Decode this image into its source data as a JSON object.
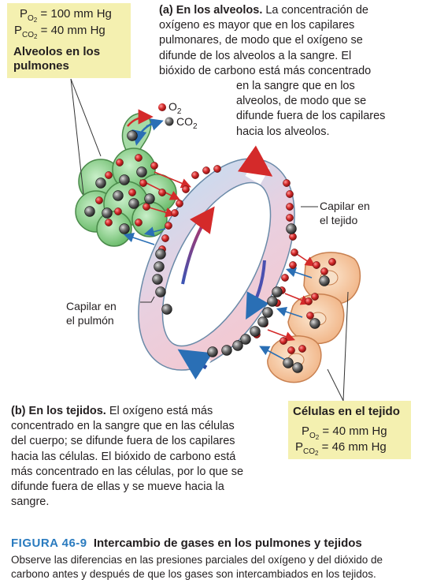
{
  "lung_box": {
    "po2_label": "P",
    "po2_sub": "O",
    "po2_sub2": "2",
    "po2_value": "= 100 mm Hg",
    "pco2_label": "P",
    "pco2_sub": "CO",
    "pco2_sub2": "2",
    "pco2_value": "= 40 mm Hg",
    "title_line1": "Alveolos en los",
    "title_line2": "pulmones"
  },
  "section_a": {
    "lead": "(a) En los alveolos.",
    "lines": [
      " La concentración de",
      "oxígeno es mayor que en los capilares",
      "pulmonares, de modo que el oxígeno se",
      "difunde de los alveolos a la sangre. El",
      "bióxido de carbono está más concentrado",
      "en la sangre que en los",
      "alveolos, de modo que se",
      "difunde fuera de los capilares",
      "hacia los alveolos."
    ]
  },
  "legend": {
    "o2": "O",
    "o2_sub": "2",
    "co2": "CO",
    "co2_sub": "2"
  },
  "labels": {
    "tissue_capillary_1": "Capilar en",
    "tissue_capillary_2": "el tejido",
    "lung_capillary_1": "Capilar en",
    "lung_capillary_2": "el pulmón"
  },
  "section_b": {
    "lead": "(b) En los tejidos.",
    "lines": [
      " El oxígeno está más",
      "concentrado en la sangre que en las células",
      "del cuerpo; se difunde fuera de los capilares",
      "hacia las células. El bióxido de carbono está",
      "más concentrado en las células, por lo que se",
      "difunde fuera de ellas y se mueve hacia la",
      "sangre."
    ]
  },
  "tissue_box": {
    "title": "Células en el tejido",
    "po2_label": "P",
    "po2_sub": "O",
    "po2_sub2": "2",
    "po2_value": "= 40 mm Hg",
    "pco2_label": "P",
    "pco2_sub": "CO",
    "pco2_sub2": "2",
    "pco2_value": "= 46 mm Hg"
  },
  "caption": {
    "number": "FIGURA 46-9",
    "title": "Intercambio de gases en los pulmones y tejidos",
    "line1": "Observe las diferencias en las presiones parciales del oxígeno y del dióxido de",
    "line2": "carbono antes y después de que los gases son intercambiados en los tejidos."
  },
  "colors": {
    "o2": "#d42a2a",
    "co2": "#555555",
    "box": "#f4f0b0",
    "alveoli": "#8fcf8f",
    "tissue": "#f6d2a8",
    "capillary_oxy": "#f0c8d0",
    "capillary_deoxy": "#c8dcf0",
    "arrow_blue": "#2a6fb5",
    "caption_blue": "#2a7bbf"
  }
}
